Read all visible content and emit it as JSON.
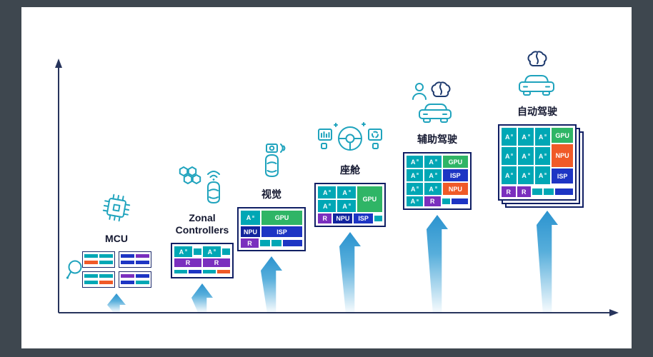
{
  "palette": {
    "teal": "#00a7b5",
    "green": "#2fb566",
    "blue": "#1d35c4",
    "navy_blue": "#12249e",
    "orange": "#f05a28",
    "purple": "#7a2fbe",
    "box_border": "#101f64",
    "icon_teal": "#1fa3bd",
    "icon_navy": "#1e3a6e",
    "arrow_blue": "#2b93cf",
    "axis": "#27345c",
    "label_text": "#141830",
    "frame": "#3e474f"
  },
  "stages": [
    {
      "id": "mcu",
      "label": "MCU",
      "icons": [
        "chip-icon",
        "magnifier-icon"
      ]
    },
    {
      "id": "zonal",
      "label": "Zonal Controllers",
      "icons": [
        "hexagon-cluster-icon",
        "wifi-icon",
        "car-top-icon"
      ]
    },
    {
      "id": "vision",
      "label": "视觉",
      "icons": [
        "camera-icon",
        "wifi-icon",
        "car-top-icon"
      ]
    },
    {
      "id": "cockpit",
      "label": "座舱",
      "icons": [
        "dashboard-panel-icon",
        "steering-wheel-icon",
        "dashboard-panel-icon"
      ]
    },
    {
      "id": "assisted",
      "label": "辅助驾驶",
      "icons": [
        "person-icon",
        "brain-icon",
        "car-front-icon"
      ]
    },
    {
      "id": "autonomous",
      "label": "自动驾驶",
      "icons": [
        "brain-icon",
        "car-front-icon"
      ]
    }
  ],
  "socs": {
    "zonal": {
      "rows": [
        {
          "h": 15,
          "cells": [
            {
              "l": "A",
              "c": "teal",
              "f": 2.2
            },
            {
              "c": "teal",
              "f": 1,
              "mini": true
            },
            {
              "l": "A",
              "c": "teal",
              "f": 2.2
            },
            {
              "c": "teal",
              "f": 1,
              "mini": true
            }
          ]
        },
        {
          "h": 12,
          "cells": [
            {
              "l": "R",
              "c": "purple",
              "f": 1
            },
            {
              "l": "R",
              "c": "purple",
              "f": 1
            }
          ]
        },
        {
          "h": 9,
          "cells": [
            {
              "c": "teal",
              "f": 1,
              "mini": true
            },
            {
              "c": "blue",
              "f": 1,
              "mini": true
            },
            {
              "c": "teal",
              "f": 1,
              "mini": true
            },
            {
              "c": "orange",
              "f": 1,
              "mini": true
            }
          ]
        }
      ]
    },
    "vision": {
      "rows": [
        {
          "h": 20,
          "cells": [
            {
              "l": "A",
              "c": "teal",
              "f": 1
            },
            {
              "l": "GPU",
              "c": "green",
              "f": 2.1
            }
          ]
        },
        {
          "h": 15,
          "cells": [
            {
              "l": "NPU",
              "c": "navy_blue",
              "f": 1
            },
            {
              "l": "ISP",
              "c": "blue",
              "f": 2.1
            }
          ]
        },
        {
          "h": 13,
          "cells": [
            {
              "l": "R",
              "c": "purple",
              "f": 1
            },
            {
              "c": "teal",
              "f": 0.55,
              "mini": true
            },
            {
              "c": "teal",
              "f": 0.55,
              "mini": true
            },
            {
              "c": "blue",
              "f": 1.1,
              "mini": true
            }
          ]
        }
      ]
    },
    "cockpit": {
      "rows": [
        {
          "h": 36,
          "cells": [
            {
              "f": 1.5,
              "rows": [
                {
                  "h": 17,
                  "cells": [
                    {
                      "l": "A",
                      "c": "teal",
                      "f": 1
                    },
                    {
                      "l": "A",
                      "c": "teal",
                      "f": 1
                    }
                  ]
                },
                {
                  "h": 17,
                  "cells": [
                    {
                      "l": "A",
                      "c": "teal",
                      "f": 1
                    },
                    {
                      "l": "A",
                      "c": "teal",
                      "f": 1
                    }
                  ]
                }
              ]
            },
            {
              "l": "GPU",
              "c": "green",
              "f": 1
            }
          ]
        },
        {
          "h": 14,
          "cells": [
            {
              "l": "R",
              "c": "purple",
              "f": 0.8
            },
            {
              "l": "NPU",
              "c": "navy_blue",
              "f": 1.1
            },
            {
              "l": "ISP",
              "c": "blue",
              "f": 1.1
            },
            {
              "c": "teal",
              "f": 0.45,
              "mini": true
            }
          ]
        }
      ]
    },
    "assisted": {
      "rows": [
        {
          "h": 17,
          "cells": [
            {
              "l": "A",
              "c": "teal",
              "f": 1
            },
            {
              "l": "A",
              "c": "teal",
              "f": 1
            },
            {
              "l": "GPU",
              "c": "green",
              "f": 1.5
            }
          ]
        },
        {
          "h": 17,
          "cells": [
            {
              "l": "A",
              "c": "teal",
              "f": 1
            },
            {
              "l": "A",
              "c": "teal",
              "f": 1
            },
            {
              "l": "ISP",
              "c": "blue",
              "f": 1.5
            }
          ]
        },
        {
          "h": 17,
          "cells": [
            {
              "l": "A",
              "c": "teal",
              "f": 1
            },
            {
              "l": "A",
              "c": "teal",
              "f": 1
            },
            {
              "l": "NPU",
              "c": "orange",
              "f": 1.5
            }
          ]
        },
        {
          "h": 14,
          "cells": [
            {
              "l": "A",
              "c": "teal",
              "f": 1
            },
            {
              "l": "R",
              "c": "purple",
              "f": 1
            },
            {
              "c": "teal",
              "f": 0.5,
              "mini": true
            },
            {
              "c": "blue",
              "f": 1,
              "mini": true
            }
          ]
        }
      ]
    },
    "autonomous": {
      "rows": [
        {
          "h": 80,
          "cells": [
            {
              "f": 2.3,
              "rows": [
                {
                  "h": 25,
                  "cells": [
                    {
                      "l": "A",
                      "c": "teal",
                      "f": 1
                    },
                    {
                      "l": "A",
                      "c": "teal",
                      "f": 1
                    },
                    {
                      "l": "A",
                      "c": "teal",
                      "f": 1
                    }
                  ]
                },
                {
                  "h": 25,
                  "cells": [
                    {
                      "l": "A",
                      "c": "teal",
                      "f": 1
                    },
                    {
                      "l": "A",
                      "c": "teal",
                      "f": 1
                    },
                    {
                      "l": "A",
                      "c": "teal",
                      "f": 1
                    }
                  ]
                },
                {
                  "h": 25,
                  "cells": [
                    {
                      "l": "A",
                      "c": "teal",
                      "f": 1
                    },
                    {
                      "l": "A",
                      "c": "teal",
                      "f": 1
                    },
                    {
                      "l": "A",
                      "c": "teal",
                      "f": 1
                    }
                  ]
                }
              ]
            },
            {
              "f": 1,
              "rows": [
                {
                  "h": 21,
                  "cells": [
                    {
                      "l": "GPU",
                      "c": "green",
                      "f": 1
                    }
                  ]
                },
                {
                  "h": 32,
                  "cells": [
                    {
                      "l": "NPU",
                      "c": "orange",
                      "f": 1
                    }
                  ]
                },
                {
                  "h": 21,
                  "cells": [
                    {
                      "l": "ISP",
                      "c": "blue",
                      "f": 1
                    }
                  ]
                }
              ]
            }
          ]
        },
        {
          "h": 15,
          "cells": [
            {
              "l": "R",
              "c": "purple",
              "f": 0.7
            },
            {
              "l": "R",
              "c": "purple",
              "f": 0.7
            },
            {
              "c": "teal",
              "f": 0.5,
              "mini": true
            },
            {
              "c": "teal",
              "f": 0.5,
              "mini": true
            },
            {
              "c": "blue",
              "f": 0.9,
              "mini": true
            }
          ]
        }
      ]
    }
  },
  "mcu_cluster": {
    "tiles": [
      {
        "rows": [
          {
            "h": 7,
            "cells": [
              {
                "c": "teal",
                "f": 1,
                "mini": true
              },
              {
                "c": "teal",
                "f": 1,
                "mini": true
              }
            ]
          },
          {
            "h": 7,
            "cells": [
              {
                "c": "orange",
                "f": 1,
                "mini": true
              },
              {
                "c": "teal",
                "f": 1,
                "mini": true
              }
            ]
          }
        ]
      },
      {
        "rows": [
          {
            "h": 7,
            "cells": [
              {
                "c": "blue",
                "f": 1,
                "mini": true
              },
              {
                "c": "purple",
                "f": 1,
                "mini": true
              }
            ]
          },
          {
            "h": 7,
            "cells": [
              {
                "c": "blue",
                "f": 1,
                "mini": true
              },
              {
                "c": "blue",
                "f": 1,
                "mini": true
              }
            ]
          }
        ]
      },
      {
        "rows": [
          {
            "h": 7,
            "cells": [
              {
                "c": "teal",
                "f": 1,
                "mini": true
              },
              {
                "c": "teal",
                "f": 1,
                "mini": true
              }
            ]
          },
          {
            "h": 7,
            "cells": [
              {
                "c": "teal",
                "f": 1,
                "mini": true
              },
              {
                "c": "orange",
                "f": 1,
                "mini": true
              }
            ]
          }
        ]
      },
      {
        "rows": [
          {
            "h": 7,
            "cells": [
              {
                "c": "purple",
                "f": 1,
                "mini": true
              },
              {
                "c": "blue",
                "f": 1,
                "mini": true
              }
            ]
          },
          {
            "h": 7,
            "cells": [
              {
                "c": "blue",
                "f": 1,
                "mini": true
              },
              {
                "c": "teal",
                "f": 1,
                "mini": true
              }
            ]
          }
        ]
      }
    ]
  }
}
